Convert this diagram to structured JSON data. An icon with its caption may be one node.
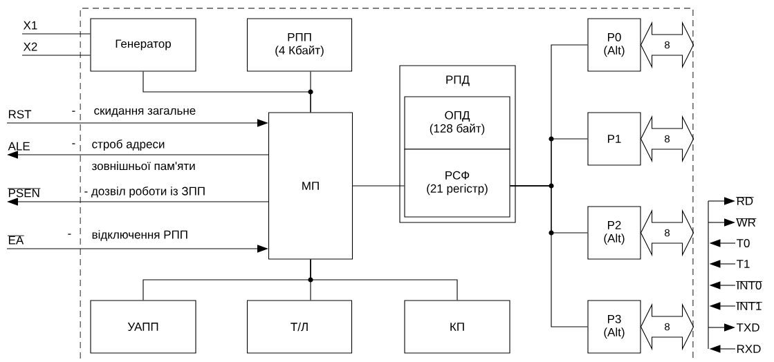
{
  "diagram": {
    "nodes": [
      {
        "text": [],
        "shape": "box"
      },
      {
        "text": [
          "Генератор"
        ],
        "in": 0
      },
      {
        "text": [
          "РПП",
          "(4 Кбайт)"
        ],
        "in": 0
      },
      {
        "text": [
          "РПД"
        ],
        "in": 0
      },
      {
        "text": [
          "ОПД",
          "(128 байт)"
        ],
        "in": 3
      },
      {
        "text": [
          "РСФ",
          "(21 регістр)"
        ],
        "in": 3
      },
      {
        "text": [
          "МП"
        ],
        "in": 0
      },
      {
        "text": [
          "P0",
          "(Alt)"
        ],
        "in": 0
      },
      {
        "text": [
          "P1"
        ],
        "in": 0
      },
      {
        "text": [
          "P2",
          "(Alt)"
        ],
        "in": 0
      },
      {
        "text": [
          "P3",
          "(Alt)"
        ],
        "in": 0
      },
      {
        "text": [
          "УАПП"
        ],
        "in": 0
      },
      {
        "text": [
          "Т/Л"
        ],
        "in": 0
      },
      {
        "text": [
          "КП"
        ],
        "in": 0
      },
      {
        "text": [
          "X1"
        ]
      },
      {
        "text": [
          "X2"
        ]
      },
      {
        "text": [
          "RST"
        ]
      },
      {
        "text": [
          "ALE"
        ]
      },
      {
        "text": [
          "PSEN"
        ]
      },
      {
        "text": [
          "EA"
        ]
      },
      {
        "text": [
          "RD"
        ]
      },
      {
        "text": [
          "WR"
        ]
      },
      {
        "text": [
          "T0"
        ]
      },
      {
        "text": [
          "T1"
        ]
      },
      {
        "text": [
          "INT0"
        ]
      },
      {
        "text": [
          "INT1"
        ]
      },
      {
        "text": [
          "TXD"
        ]
      },
      {
        "text": [
          "RXD"
        ]
      }
    ],
    "edges": [
      {
        "from": 14,
        "to": 1,
        "arrow": "none"
      },
      {
        "from": 15,
        "to": 1,
        "arrow": "none"
      },
      {
        "from": 1,
        "to": 6,
        "arrow": "none"
      },
      {
        "from": 2,
        "to": 6,
        "arrow": "none"
      },
      {
        "from": 16,
        "to": 6,
        "arrow": "to"
      },
      {
        "from": 6,
        "to": 17,
        "arrow": "to"
      },
      {
        "from": 6,
        "to": 18,
        "arrow": "to"
      },
      {
        "from": 19,
        "to": 6,
        "arrow": "to"
      },
      {
        "from": 6,
        "to": 5,
        "arrow": "none"
      },
      {
        "from": 5,
        "to": 7,
        "arrow": "none"
      },
      {
        "from": 5,
        "to": 8,
        "arrow": "none"
      },
      {
        "from": 5,
        "to": 9,
        "arrow": "none"
      },
      {
        "from": 5,
        "to": 10,
        "arrow": "none"
      },
      {
        "from": 6,
        "to": 11,
        "arrow": "none"
      },
      {
        "from": 6,
        "to": 12,
        "arrow": "none"
      },
      {
        "from": 6,
        "to": 13,
        "arrow": "none"
      },
      {
        "from": 7,
        "to": null,
        "arrow": "both",
        "label": "8"
      },
      {
        "from": 8,
        "to": null,
        "arrow": "both",
        "label": "8"
      },
      {
        "from": 9,
        "to": null,
        "arrow": "both",
        "label": "8"
      },
      {
        "from": 10,
        "to": null,
        "arrow": "both",
        "label": "8"
      },
      {
        "from": null,
        "to": 20,
        "arrow": "to"
      },
      {
        "from": null,
        "to": 21,
        "arrow": "to"
      },
      {
        "from": 22,
        "to": null,
        "arrow": "to"
      },
      {
        "from": 23,
        "to": null,
        "arrow": "to"
      },
      {
        "from": 24,
        "to": null,
        "arrow": "to"
      },
      {
        "from": 25,
        "to": null,
        "arrow": "to"
      },
      {
        "from": null,
        "to": 26,
        "arrow": "to"
      },
      {
        "from": 27,
        "to": null,
        "arrow": "to"
      }
    ],
    "labels": [
      "-",
      "скидання загальне",
      "-",
      "строб адреси",
      "зовнішньої пам'яти",
      "- дозвіл роботи із ЗПП",
      "-",
      "відключення РПП"
    ]
  }
}
